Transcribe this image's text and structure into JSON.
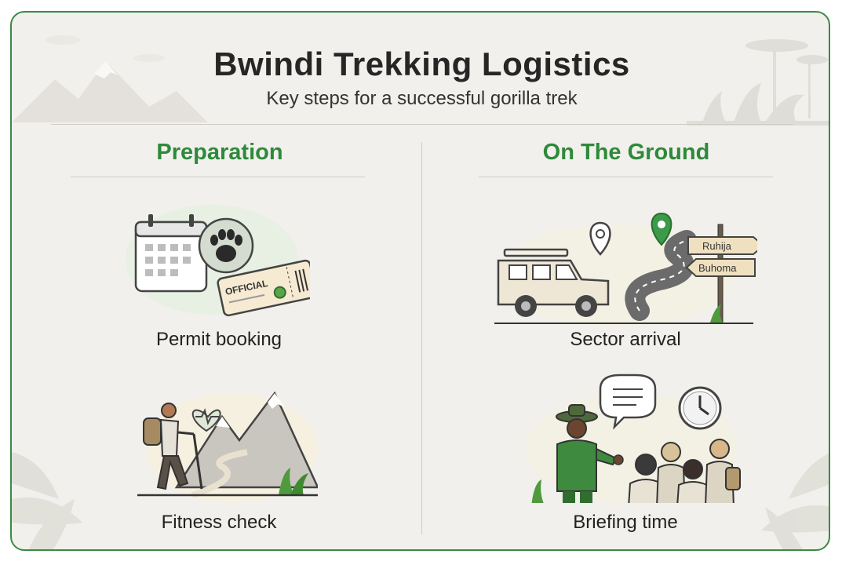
{
  "header": {
    "title": "Bwindi Trekking Logistics",
    "subtitle": "Key steps for a successful gorilla trek"
  },
  "columns": [
    {
      "heading": "Preparation",
      "steps": [
        {
          "label": "Permit booking",
          "icon": "permit-ticket-calendar-icon",
          "ticket_text": "OFFICIAL"
        },
        {
          "label": "Fitness check",
          "icon": "hiker-mountain-icon"
        }
      ]
    },
    {
      "heading": "On The Ground",
      "steps": [
        {
          "label": "Sector arrival",
          "icon": "safari-vehicle-road-icon",
          "signs": [
            "Ruhija",
            "Buhoma"
          ]
        },
        {
          "label": "Briefing time",
          "icon": "ranger-briefing-group-icon"
        }
      ]
    }
  ],
  "colors": {
    "accent_green": "#2e8a3a",
    "border_green": "#3c8a46",
    "background": "#f1f0ec",
    "text_dark": "#262626"
  }
}
